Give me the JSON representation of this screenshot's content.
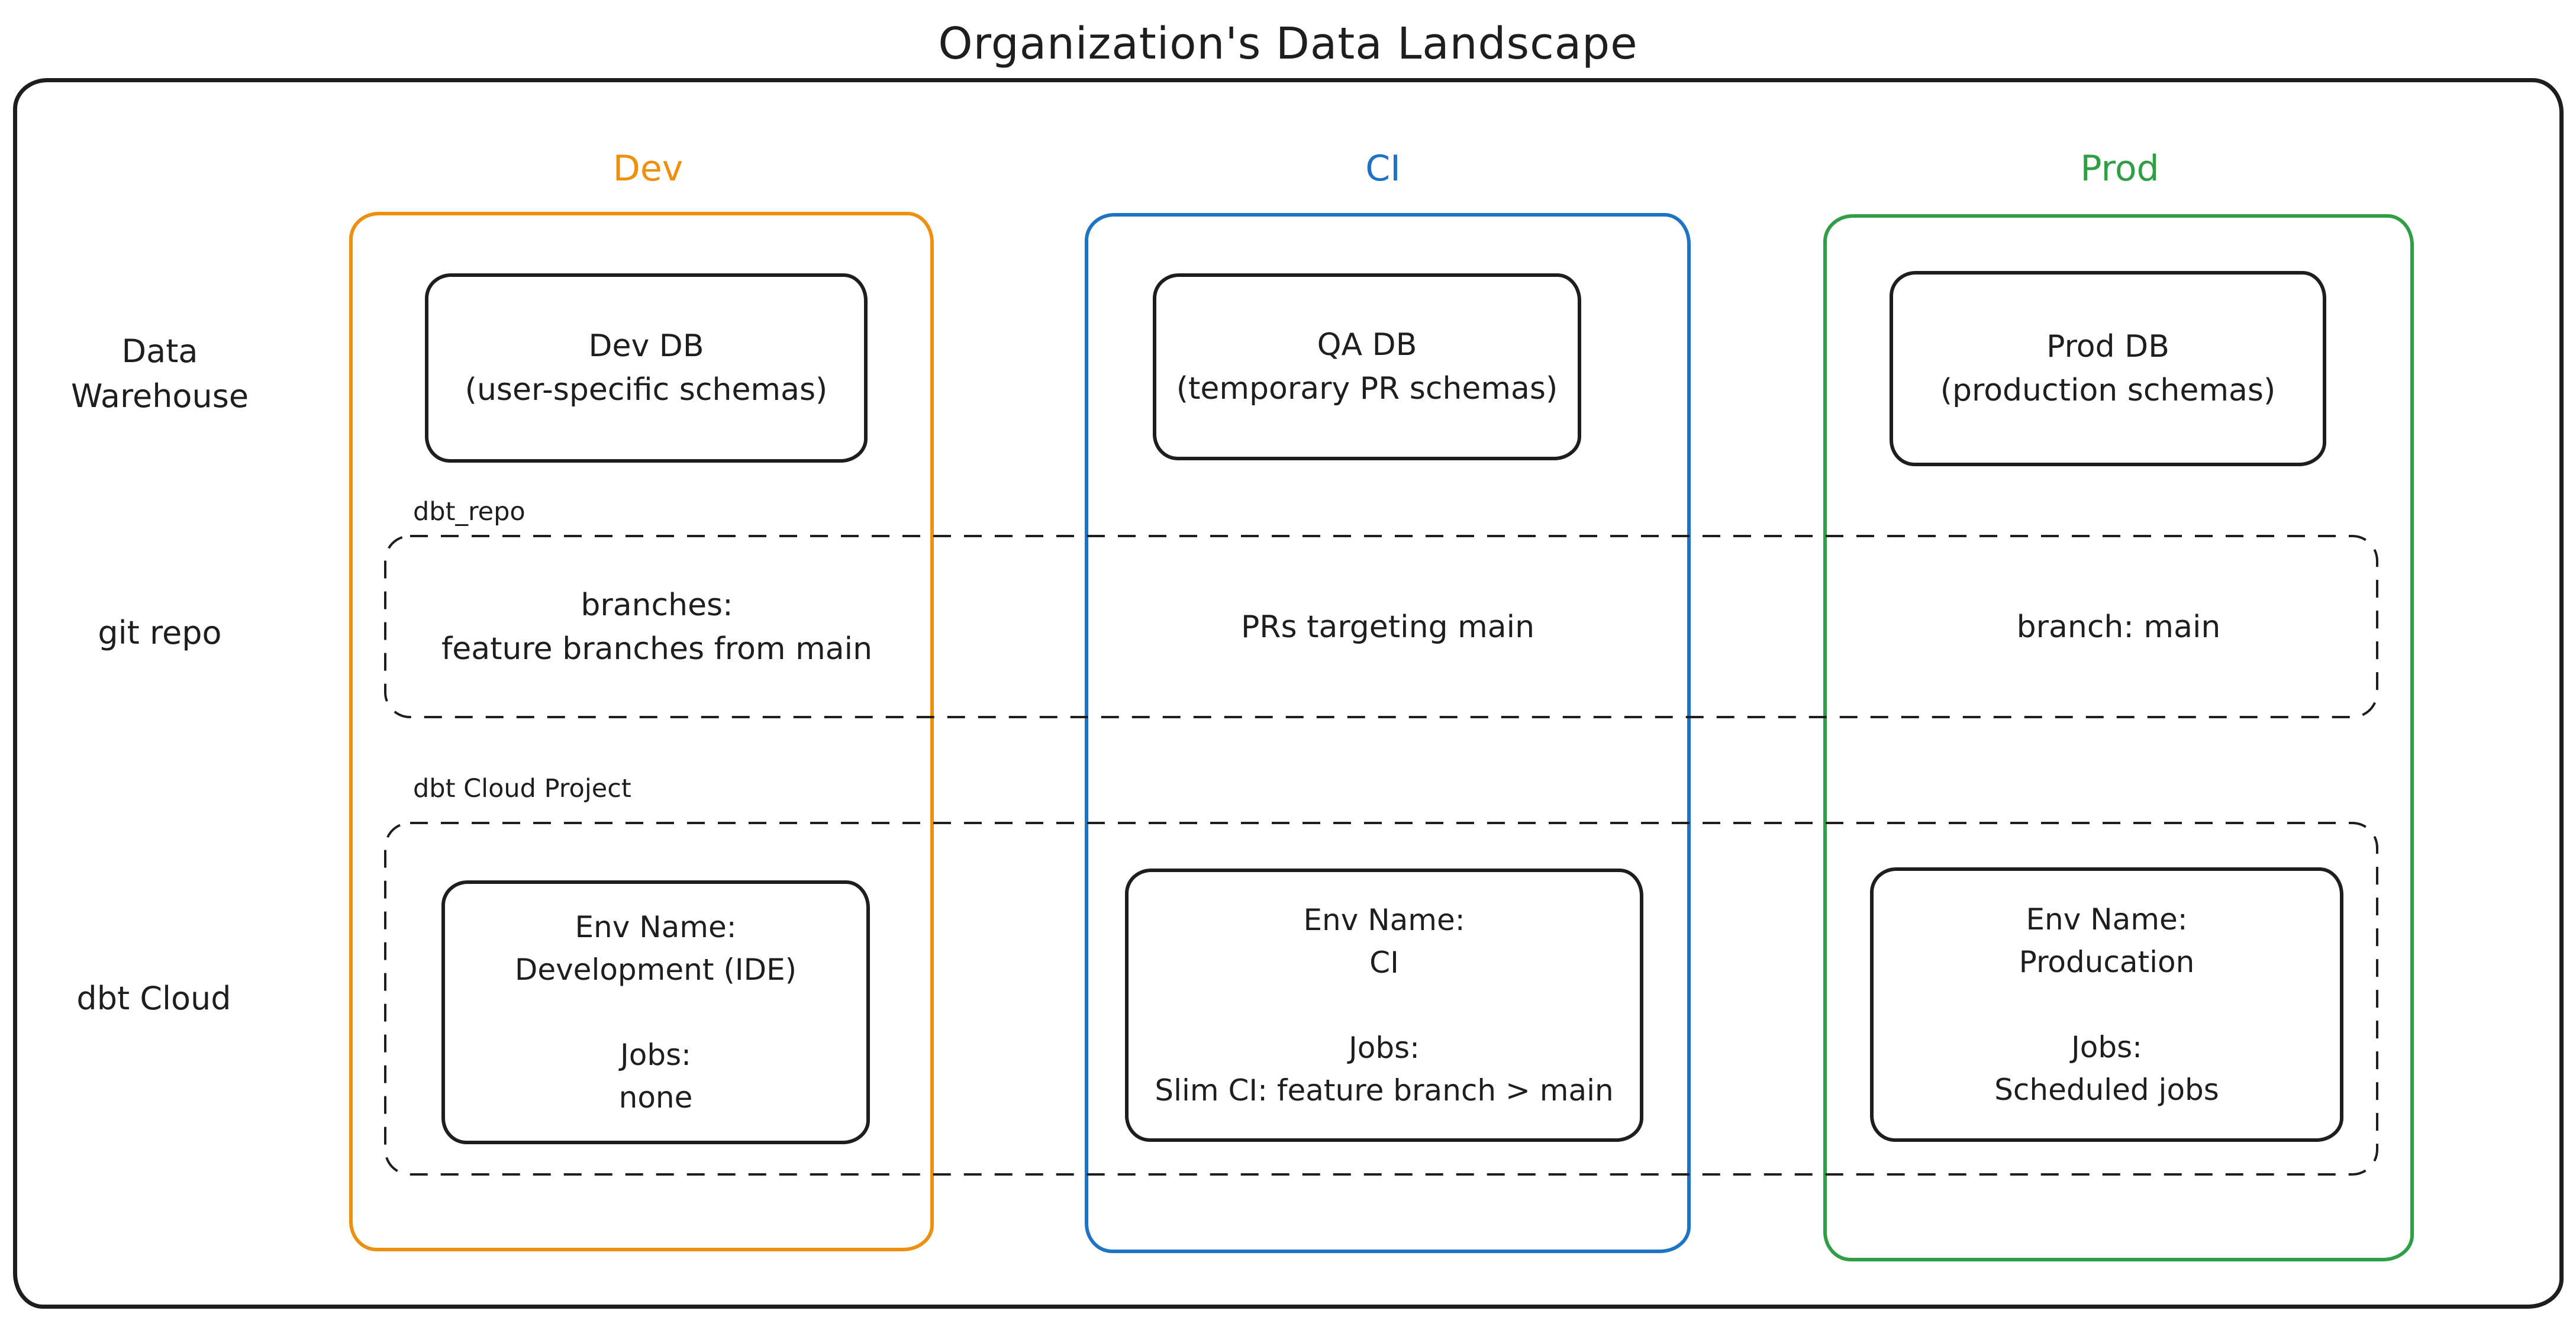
{
  "title": "Organization's Data Landscape",
  "colors": {
    "ink": "#1e1e1e",
    "dev_accent": "#ee8f0e",
    "ci_accent": "#1f73c5",
    "prod_accent": "#2f9e44"
  },
  "columns": {
    "dev": {
      "label": "Dev"
    },
    "ci": {
      "label": "CI"
    },
    "prod": {
      "label": "Prod"
    }
  },
  "rows": {
    "warehouse": {
      "label": "Data\nWarehouse"
    },
    "git": {
      "label": "git repo"
    },
    "cloud": {
      "label": "dbt Cloud"
    }
  },
  "warehouse": {
    "dev": {
      "name": "Dev DB",
      "detail": "(user-specific schemas)"
    },
    "ci": {
      "name": "QA DB",
      "detail": "(temporary PR schemas)"
    },
    "prod": {
      "name": "Prod DB",
      "detail": "(production schemas)"
    }
  },
  "git": {
    "container_label": "dbt_repo",
    "dev": "branches:\nfeature branches from main",
    "ci": "PRs targeting main",
    "prod": "branch: main"
  },
  "cloud": {
    "container_label": "dbt Cloud Project",
    "dev": {
      "env_label": "Env Name:",
      "env_name": "Development (IDE)",
      "jobs_label": "Jobs:",
      "jobs": "none"
    },
    "ci": {
      "env_label": "Env Name:",
      "env_name": "CI",
      "jobs_label": "Jobs:",
      "jobs": "Slim CI: feature branch > main"
    },
    "prod": {
      "env_label": "Env Name:",
      "env_name": "Producation",
      "jobs_label": "Jobs:",
      "jobs": "Scheduled jobs"
    }
  }
}
